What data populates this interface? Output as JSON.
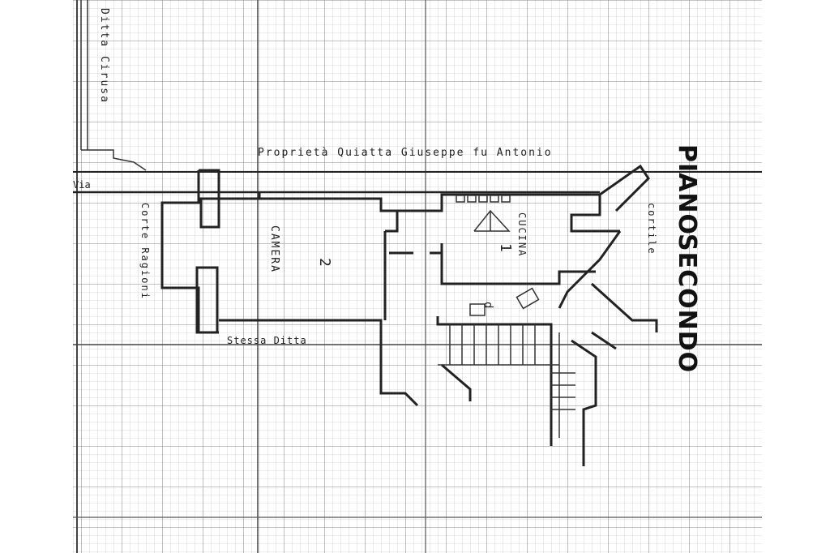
{
  "plan": {
    "floor_title": "PIANO SECONDO",
    "floor_title_word1": "PIANO",
    "floor_title_word2": "SECONDO",
    "owner_top": "Proprietà Quiatta Giuseppe fu Antonio",
    "top_left_vertical": "Ditta Cirusa",
    "left_vertical": "Corte Ragioni",
    "left_edge": "Via",
    "bottom_label": "Stessa Ditta",
    "right_vertical": "cortile",
    "rooms": [
      {
        "name": "CAMERA",
        "number": "2"
      },
      {
        "name": "CUCINA",
        "number": "1"
      }
    ],
    "wc_label": "d"
  }
}
